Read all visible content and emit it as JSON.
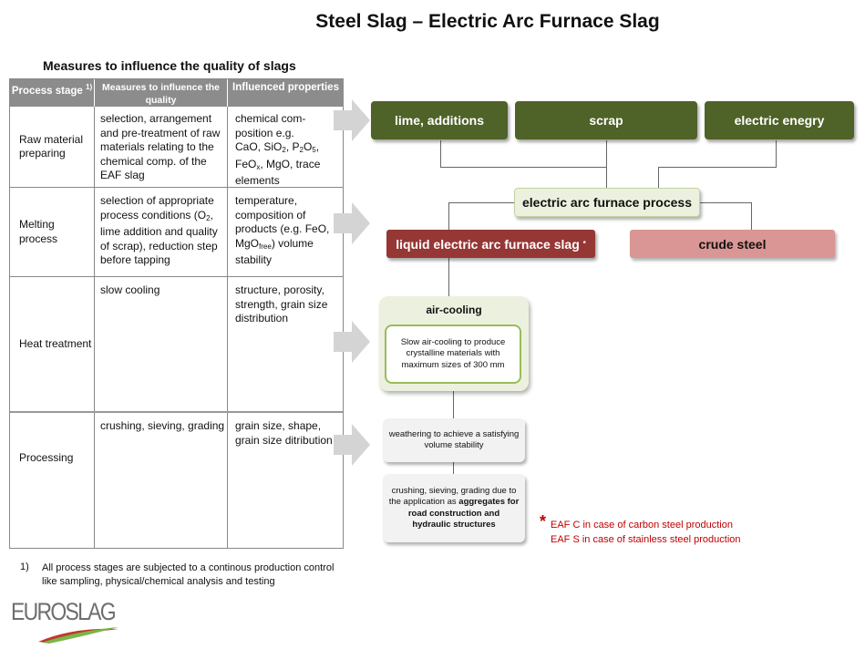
{
  "title": "Steel Slag – Electric Arc Furnace Slag",
  "subtitle": "Measures to influence the quality of slags",
  "table": {
    "headers": {
      "stage": "Process stage",
      "stage_sup": "1)",
      "measures": "Measures to influence the quality",
      "properties": "Influenced properties"
    },
    "rows": [
      {
        "stage": "Raw material preparing",
        "measures": "selection, arrangement and pre-treatment of raw materials relating to the chemical comp. of the EAF slag",
        "properties_intro": "chemical com-position e.g.",
        "properties_formula": "CaO, SiO2, P2O5, FeOx, MgO, trace elements"
      },
      {
        "stage": "Melting process",
        "measures": "selection of appropriate process conditions (O2, lime addition and quality of scrap), reduction step before tapping",
        "properties": "temperature, composition of products (e.g. FeO, MgOfree) volume stability"
      },
      {
        "stage": "Heat treatment",
        "measures": "slow cooling",
        "properties": "structure, porosity, strength, grain size distribution"
      },
      {
        "stage": "Processing",
        "measures": "crushing, sieving, grading",
        "properties": "grain size, shape, grain size ditribution"
      }
    ]
  },
  "flow": {
    "inputs": [
      "lime, additions",
      "scrap",
      "electric enegry"
    ],
    "process": "electric arc furnace process",
    "slag": "liquid electric arc furnace slag",
    "slag_mark": "*",
    "steel": "crude steel",
    "air_cooling_title": "air-cooling",
    "air_cooling_text": "Slow air-cooling to produce crystalline materials with maximum sizes of 300 mm",
    "weathering_text": "weathering to achieve a satisfying volume stability",
    "crushing_text_1": "crushing, sieving, grading due to the application as",
    "crushing_text_bold": "aggregates for road construction and hydraulic structures"
  },
  "notes": {
    "star": "*",
    "eaf_c": "EAF C in case of carbon steel production",
    "eaf_s": "EAF S in case of stainless steel production"
  },
  "footnote": {
    "num": "1)",
    "text": "All process stages are subjected to a continous production control like sampling, physical/chemical analysis and testing"
  },
  "logo": "EUROSLAG",
  "colors": {
    "green": "#4f6228",
    "light_green": "#ebf1de",
    "dark_red": "#953735",
    "pink": "#d99694",
    "header_gray": "#8c8c8c",
    "note_red": "#c00000"
  }
}
